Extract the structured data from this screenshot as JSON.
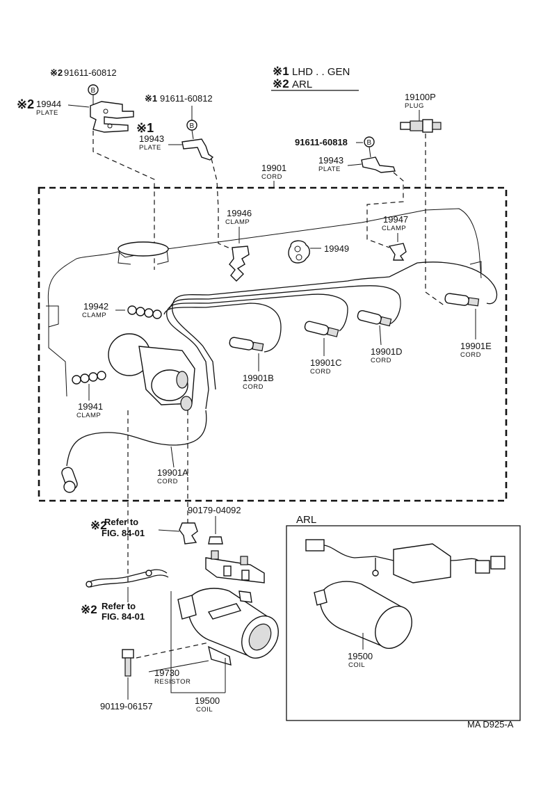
{
  "legend": {
    "line1_mark": "※1",
    "line1_text": "LHD . . GEN",
    "line2_mark": "※2",
    "line2_text": "ARL"
  },
  "labels": {
    "bolt_top_left_mark": "※2",
    "bolt_top_left": "91611-60812",
    "plate_19944_mark": "※2",
    "plate_19944_num": "19944",
    "plate_19944_name": "PLATE",
    "bolt_top_mid_mark": "※1",
    "bolt_top_mid": "91611-60812",
    "plate_19943a_mark": "※1",
    "plate_19943a_num": "19943",
    "plate_19943a_name": "PLATE",
    "bolt_right": "91611-60818",
    "plate_19943b_num": "19943",
    "plate_19943b_name": "PLATE",
    "plug_num": "19100P",
    "plug_name": "PLUG",
    "cord_set_num": "19901",
    "cord_set_name": "CORD",
    "clamp_19946_num": "19946",
    "clamp_19946_name": "CLAMP",
    "clamp_19947_num": "19947",
    "clamp_19947_name": "CLAMP",
    "clamp_19949_num": "19949",
    "clamp_19942_num": "19942",
    "clamp_19942_name": "CLAMP",
    "clamp_19941_num": "19941",
    "clamp_19941_name": "CLAMP",
    "cord_a_num": "19901A",
    "cord_a_name": "CORD",
    "cord_b_num": "19901B",
    "cord_b_name": "CORD",
    "cord_c_num": "19901C",
    "cord_c_name": "CORD",
    "cord_d_num": "19901D",
    "cord_d_name": "CORD",
    "cord_e_num": "19901E",
    "cord_e_name": "CORD",
    "nut_num": "90179-04092",
    "refer1_mark": "※2",
    "refer1_line1": "Refer  to",
    "refer1_line2": "FIG. 84-01",
    "refer2_mark": "※2",
    "refer2_line1": "Refer  to",
    "refer2_line2": "FIG. 84-01",
    "resistor_num": "19730",
    "resistor_name": "RESISTOR",
    "coil_num": "19500",
    "coil_name": "COIL",
    "bolt_bottom": "90119-06157",
    "arl_title": "ARL",
    "arl_coil_num": "19500",
    "arl_coil_name": "COIL",
    "bolt_symbol": "B",
    "figure_code": "MA  D925-A"
  }
}
